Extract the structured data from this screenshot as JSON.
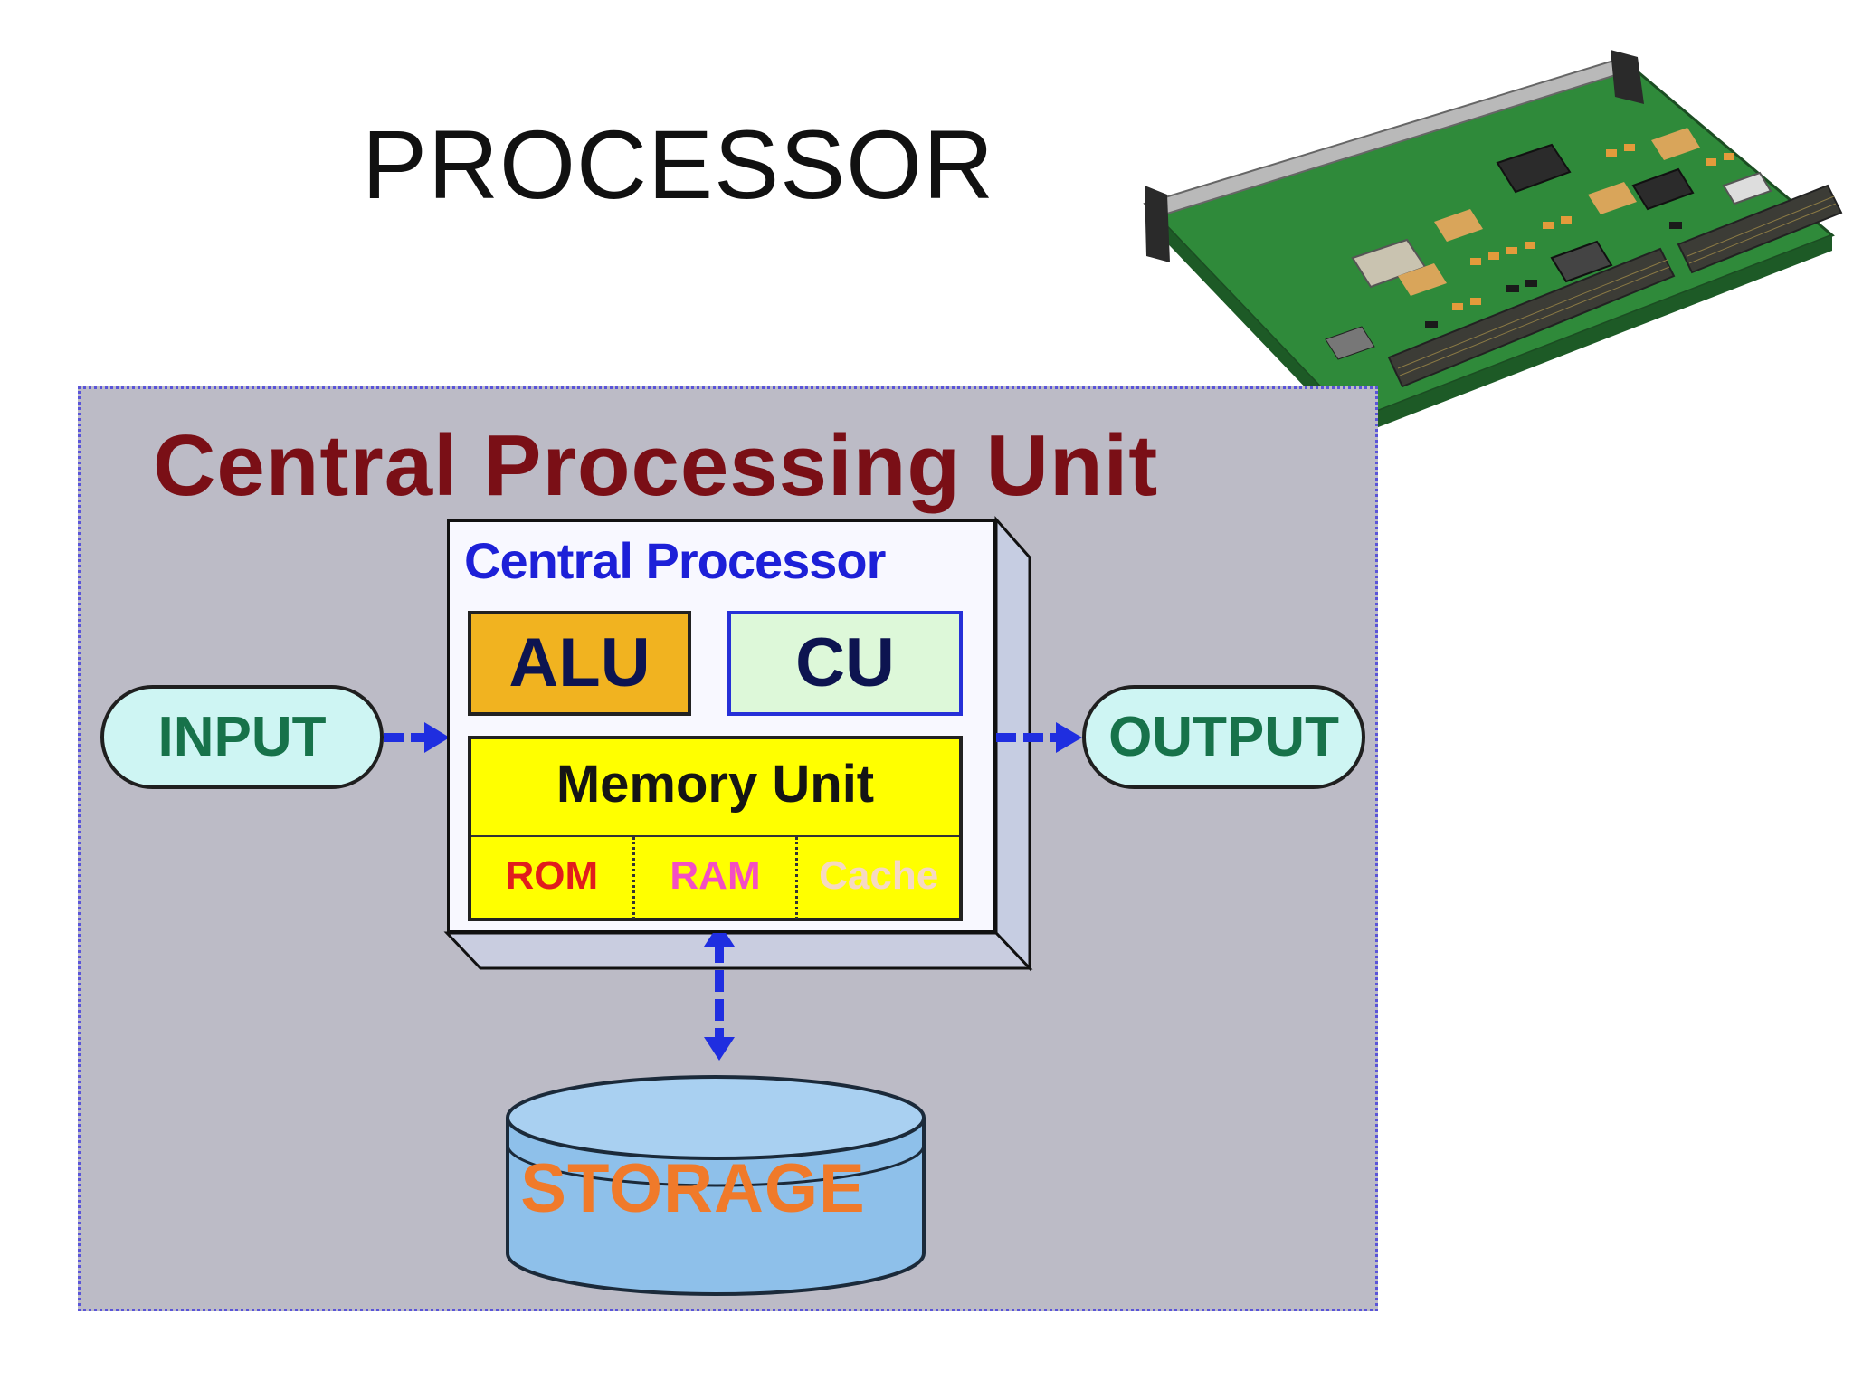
{
  "slide": {
    "title": "PROCESSOR"
  },
  "diagram": {
    "title": "Central Processing Unit",
    "input_label": "INPUT",
    "output_label": "OUTPUT",
    "central_processor": {
      "title": "Central Processor",
      "alu": "ALU",
      "cu": "CU",
      "memory_unit": {
        "title": "Memory Unit",
        "cells": [
          "ROM",
          "RAM",
          "Cache"
        ]
      }
    },
    "storage_label": "STORAGE"
  },
  "colors": {
    "diagram_background": "#bcbbc6",
    "title": "#7a0f16",
    "arrow": "#1f2ee0",
    "alu": "#f1b320",
    "cu": "#ddf8d9",
    "memory": "#ffff00",
    "storage": "#8ec0ea",
    "storage_text": "#f07a2a"
  },
  "images": {
    "board": "processor-circuit-board-photo"
  }
}
